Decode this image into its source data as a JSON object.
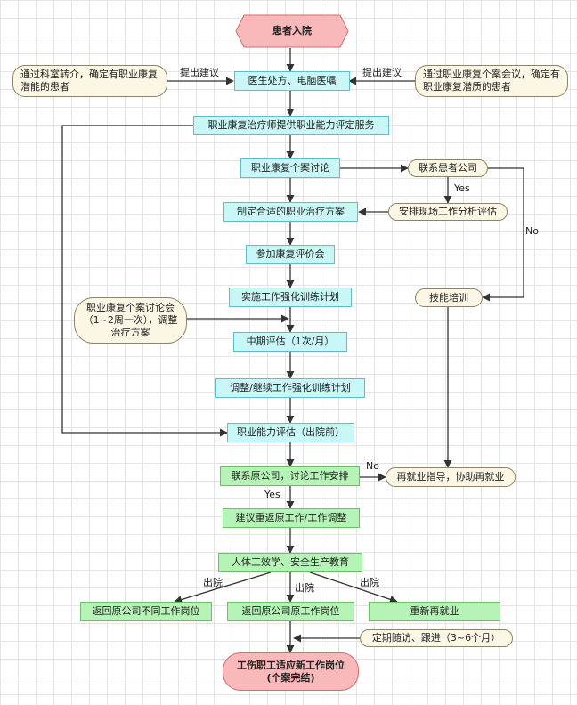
{
  "nodes": {
    "admission": "患者入院",
    "prescription": "医生处方、电脑医嘱",
    "evaluation_service": "职业康复治疗师提供职业能力评定服务",
    "case_discussion": "职业康复个案讨论",
    "make_plan": "制定合适的职业治疗方案",
    "review_meeting": "参加康复评价会",
    "implement": "实施工作强化训练计划",
    "mid_eval": "中期评估（1次/月）",
    "adjust": "调整/继续工作强化训练计划",
    "discharge_eval": "职业能力评估（出院前）",
    "contact_original": "联系原公司，讨论工作安排",
    "suggest_return": "建议重返原工作/工作调整",
    "ergonomics": "人体工效学、安全生产教育",
    "return_different": "返回原公司不同工作岗位",
    "return_original": "返回原公司原工作岗位",
    "new_job": "重新再就业",
    "final_line1": "工伤职工适应新工作岗位",
    "final_line2": "(个案完结)",
    "note_transfer": "通过科室转介，确定有职业康复潜能的患者",
    "note_meeting": "通过职业康复个案会议，确定有职业康复潜质的患者",
    "contact_company": "联系患者公司",
    "site_analysis": "安排现场工作分析评估",
    "skill_training": "技能培训",
    "note_case_discussion": "职业康复个案讨论会（1~2周一次），调整治疗方案",
    "reemployment_guidance": "再就业指导，协助再就业",
    "followup": "定期随访、跟进（3~6个月）"
  },
  "labels": {
    "suggest_left": "提出建议",
    "suggest_right": "提出建议",
    "yes1": "Yes",
    "no1": "No",
    "no2": "No",
    "yes2": "Yes",
    "discharge1": "出院",
    "discharge2": "出院",
    "discharge3": "出院"
  },
  "colors": {
    "cyan_fill": "#c9f7f7",
    "green_fill": "#b6f3b6",
    "note_fill": "#fbf7e4",
    "pink_fill": "#f9b8ba",
    "line": "#333333"
  }
}
